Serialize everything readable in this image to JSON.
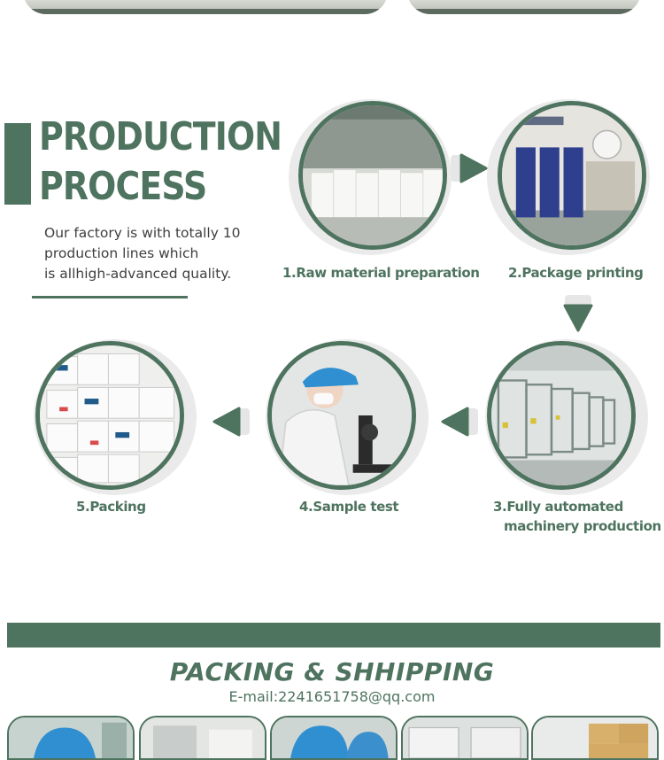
{
  "section": {
    "title_line1": "PRODUCTION",
    "title_line2": "PROCESS",
    "description_lines": [
      "Our factory is with totally 10",
      "production lines which",
      "is allhigh-advanced quality."
    ]
  },
  "steps": [
    {
      "label": "1.Raw material preparation",
      "image": "warehouse-photo"
    },
    {
      "label": "2.Package printing",
      "image": "printing-machine-photo"
    },
    {
      "label_line1": "3.Fully automated",
      "label_line2": "machinery production",
      "image": "production-line-photo"
    },
    {
      "label": "4.Sample test",
      "image": "lab-microscope-photo"
    },
    {
      "label": "5.Packing",
      "image": "packed-products-photo"
    }
  ],
  "icons": {
    "arrow_right": "arrow-right-icon",
    "arrow_down": "arrow-down-icon",
    "arrow_left": "arrow-left-icon"
  },
  "packing": {
    "title": "PACKING & SHHIPPING",
    "email": "E-mail:2241651758@qq.com"
  },
  "colors": {
    "brand_green": "#4e735f",
    "circle_background": "#e9eae9"
  }
}
